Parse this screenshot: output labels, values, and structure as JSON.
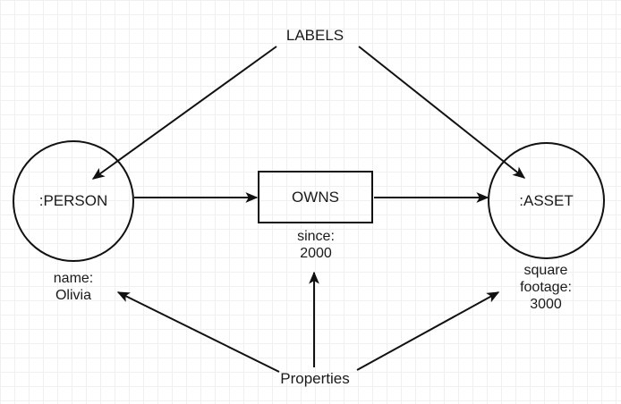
{
  "diagram": {
    "title_annotation": "LABELS",
    "bottom_annotation": "Properties",
    "nodes": [
      {
        "id": "person",
        "shape": "circle",
        "label": ":PERSON"
      },
      {
        "id": "owns",
        "shape": "rectangle",
        "label": "OWNS"
      },
      {
        "id": "asset",
        "shape": "circle",
        "label": ":ASSET"
      }
    ],
    "properties": [
      {
        "id": "person-prop",
        "lines": [
          "name:",
          "Olivia"
        ]
      },
      {
        "id": "owns-prop",
        "lines": [
          "since:",
          "2000"
        ]
      },
      {
        "id": "asset-prop",
        "lines": [
          "square",
          "footage:",
          "3000"
        ]
      }
    ],
    "edges": [
      {
        "id": "person-to-owns",
        "from": ":PERSON",
        "to": "OWNS",
        "label": ""
      },
      {
        "id": "owns-to-asset",
        "from": "OWNS",
        "to": ":ASSET",
        "label": ""
      },
      {
        "id": "labels-to-person",
        "from": "LABELS",
        "to": ":PERSON",
        "label": ""
      },
      {
        "id": "labels-to-asset",
        "from": "LABELS",
        "to": ":ASSET",
        "label": ""
      },
      {
        "id": "properties-to-name",
        "from": "Properties",
        "to": "name: Olivia",
        "label": ""
      },
      {
        "id": "properties-to-since",
        "from": "Properties",
        "to": "since: 2000",
        "label": ""
      },
      {
        "id": "properties-to-footage",
        "from": "Properties",
        "to": "square footage: 3000",
        "label": ""
      }
    ],
    "colors": {
      "stroke": "#111111",
      "text": "#1a1a1a",
      "background": "#ffffff",
      "grid_minor": "#f0f0f2",
      "grid_major": "#e4e4e8"
    }
  }
}
